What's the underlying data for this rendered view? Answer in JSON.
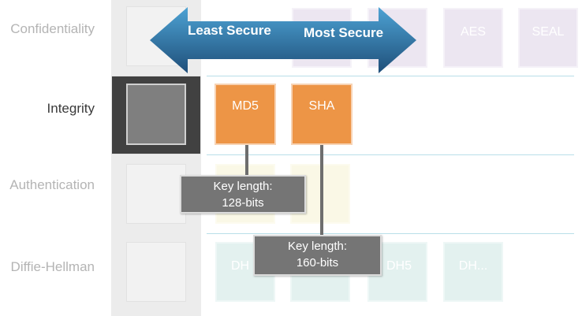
{
  "rows": [
    {
      "label": "Confidentiality",
      "active": false
    },
    {
      "label": "Integrity",
      "active": true
    },
    {
      "label": "Authentication",
      "active": false
    },
    {
      "label": "Diffie-Hellman",
      "active": false
    }
  ],
  "confidentiality_tiles": [
    "AES",
    "SEAL"
  ],
  "integrity_tiles": [
    "MD5",
    "SHA"
  ],
  "dh_tiles": [
    "DH",
    "DH5",
    "DH..."
  ],
  "arrow": {
    "left_label": "Least Secure",
    "right_label": "Most Secure"
  },
  "callouts": [
    {
      "line1": "Key length:",
      "line2": "128-bits"
    },
    {
      "line1": "Key length:",
      "line2": "160-bits"
    }
  ],
  "colors": {
    "accent_orange": "#ed9546",
    "arrow_dark": "#1f4e79",
    "arrow_light": "#3c8fc2",
    "rule": "#b9dfe9"
  }
}
